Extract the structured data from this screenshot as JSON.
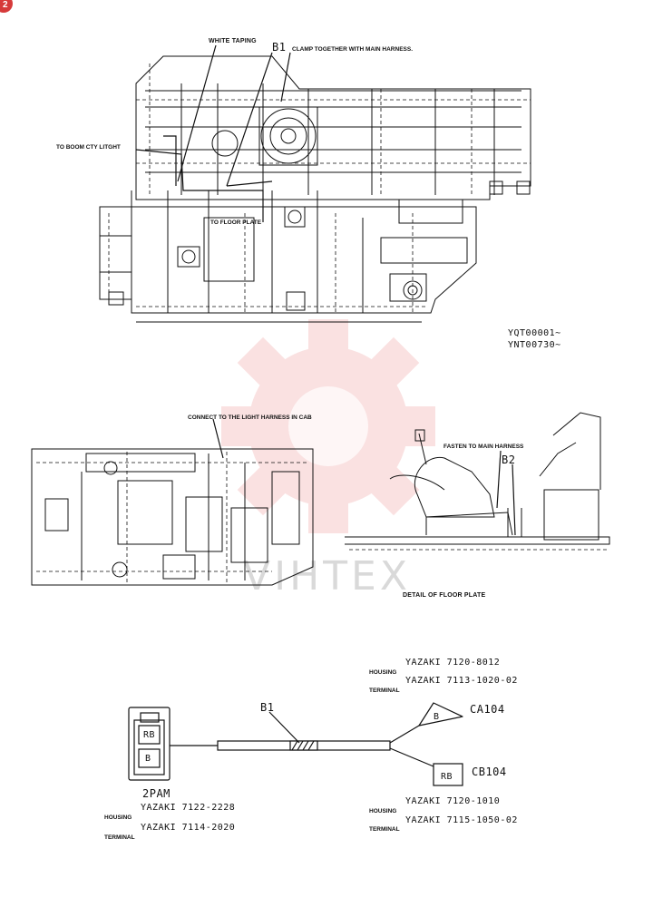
{
  "badge": "2",
  "watermark": "VIHTEX",
  "top_view": {
    "white_taping": "WHITE TAPING",
    "b1": "B1",
    "clamp": "CLAMP TOGETHER WITH MAIN HARNESS.",
    "to_boom": "TO BOOM CTY LITGHT",
    "to_floor": "TO FLOOR PLATE",
    "serial_1": "YQT00001~",
    "serial_2": "YNT00730~"
  },
  "floor_view": {
    "connect": "CONNECT TO THE LIGHT HARNESS IN CAB",
    "fasten": "FASTEN TO MAIN HARNESS",
    "b2": "B2",
    "detail": "DETAIL OF FLOOR PLATE"
  },
  "harness": {
    "b1": "B1",
    "left_connector": {
      "name": "2PAM",
      "wire_top": "RB",
      "wire_bottom": "B",
      "housing_label": "HOUSING",
      "housing_part": "YAZAKI 7122-2228",
      "terminal_label": "TERMINAL",
      "terminal_part": "YAZAKI 7114-2020"
    },
    "ca104": {
      "name": "CA104",
      "wire": "B",
      "housing_label": "HOUSING",
      "housing_part": "YAZAKI 7120-8012",
      "terminal_label": "TERMINAL",
      "terminal_part": "YAZAKI 7113-1020-02"
    },
    "cb104": {
      "name": "CB104",
      "wire": "RB",
      "housing_label": "HOUSING",
      "housing_part": "YAZAKI 7120-1010",
      "terminal_label": "TERMINAL",
      "terminal_part": "YAZAKI 7115-1050-02"
    }
  }
}
